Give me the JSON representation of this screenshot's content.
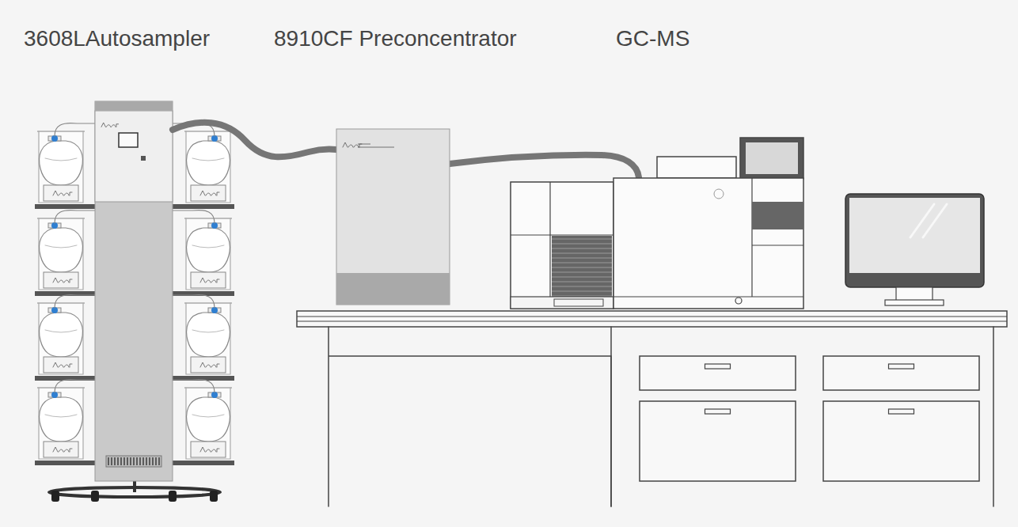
{
  "diagram": {
    "labels": [
      "3608LAutosampler",
      "8910CF Preconcentrator",
      "GC-MS"
    ]
  }
}
